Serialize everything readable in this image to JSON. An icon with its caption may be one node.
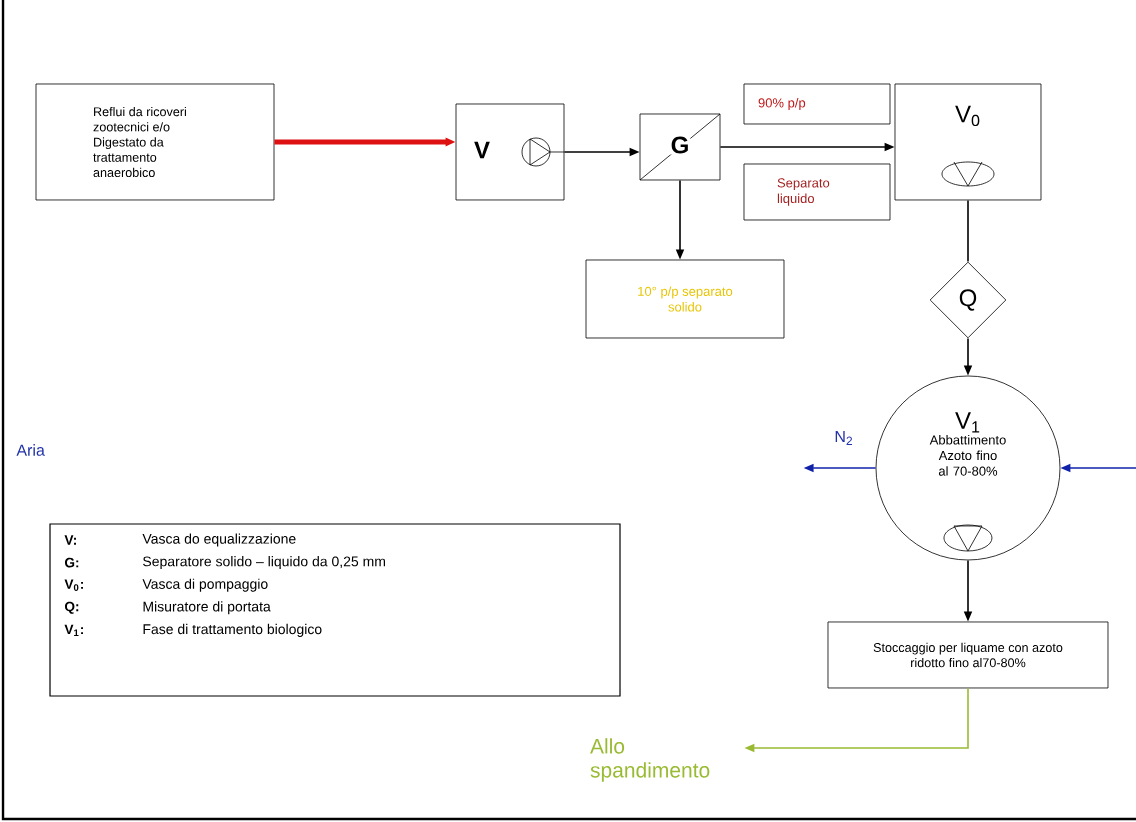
{
  "diagram": {
    "nodes": [
      {
        "text": [
          "Reflui da ricoveri zootecnici e/o Digestato da trattamento anaerobico"
        ]
      },
      {
        "text": [
          "V"
        ]
      },
      {
        "text": [
          "G"
        ]
      },
      {
        "text": [
          "90% p/p"
        ]
      },
      {
        "text": [
          "Separato liquido"
        ]
      },
      {
        "text": [
          "10° p/p separato solido"
        ]
      },
      {
        "text": [
          "V$_{0}$"
        ]
      },
      {
        "text": [
          "Q"
        ]
      },
      {
        "text": [
          "V$_{1}$",
          "Abbattimento Azoto fino al 70-80%"
        ]
      },
      {
        "text": [
          "Stoccaggio per liquame con azoto ridotto fino al70-80%"
        ]
      },
      {
        "text": [
          "Allo spandimento"
        ]
      }
    ],
    "edges": [
      {
        "from": 0,
        "to": 1,
        "arrow": "to",
        "style": "thick",
        "color": "#dd1111"
      },
      {
        "from": 1,
        "to": 2,
        "arrow": "to"
      },
      {
        "from": 2,
        "to": 6,
        "arrow": "to"
      },
      {
        "from": 2,
        "to": 5,
        "arrow": "to"
      },
      {
        "from": 6,
        "to": 7,
        "arrow": "none"
      },
      {
        "from": 7,
        "to": 8,
        "arrow": "to"
      },
      {
        "from": 8,
        "to": 9,
        "arrow": "to"
      },
      {
        "from": 9,
        "to": 10,
        "arrow": "to",
        "color": "#99bb33"
      },
      {
        "from": 8,
        "to": null,
        "arrow": "to",
        "label": "N$_{2}$",
        "color": "#1122aa"
      },
      {
        "from": null,
        "to": 8,
        "arrow": "to",
        "color": "#1122aa"
      }
    ],
    "labels": [
      "Aria",
      "V:",
      "Vasca do equalizzazione",
      "G:",
      "Separatore solido – liquido da 0,25 mm",
      "V$_{0}$:",
      "Vasca di pompaggio",
      "Q:",
      "Misuratore di portata",
      "V$_{1}$:",
      "Fase di trattamento biologico"
    ]
  }
}
